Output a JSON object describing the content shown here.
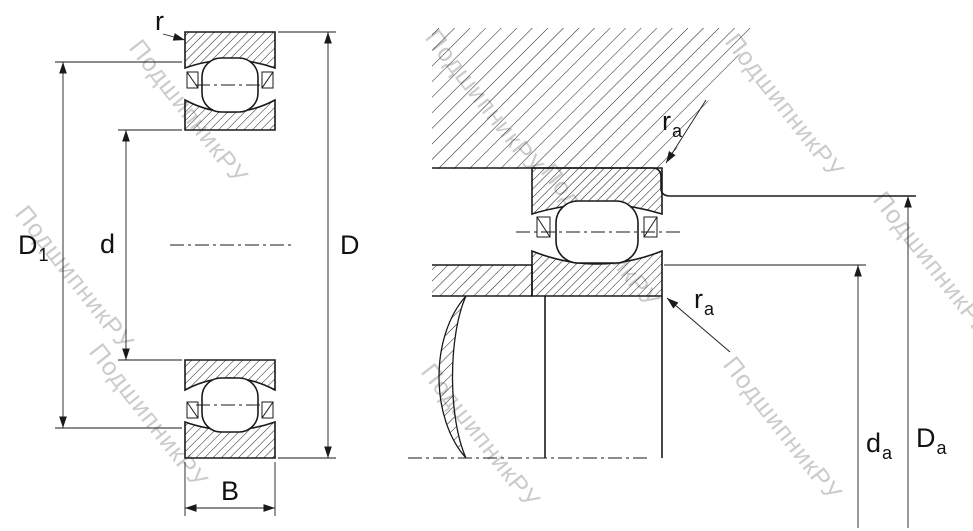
{
  "left_view": {
    "corner_radius_label": "r",
    "dim_D1": {
      "base": "D",
      "sub": "1"
    },
    "dim_d": "d",
    "dim_D": "D",
    "dim_B": "B"
  },
  "right_view": {
    "fillet_top": {
      "base": "r",
      "sub": "a"
    },
    "fillet_bottom": {
      "base": "r",
      "sub": "a"
    },
    "dim_da": {
      "base": "d",
      "sub": "a"
    },
    "dim_Da": {
      "base": "D",
      "sub": "a"
    }
  },
  "watermark": {
    "text": "ПодшипникРУ"
  },
  "colors": {
    "line": "#1a1a1a",
    "watermark": "#c3c3c3",
    "background": "#ffffff"
  }
}
